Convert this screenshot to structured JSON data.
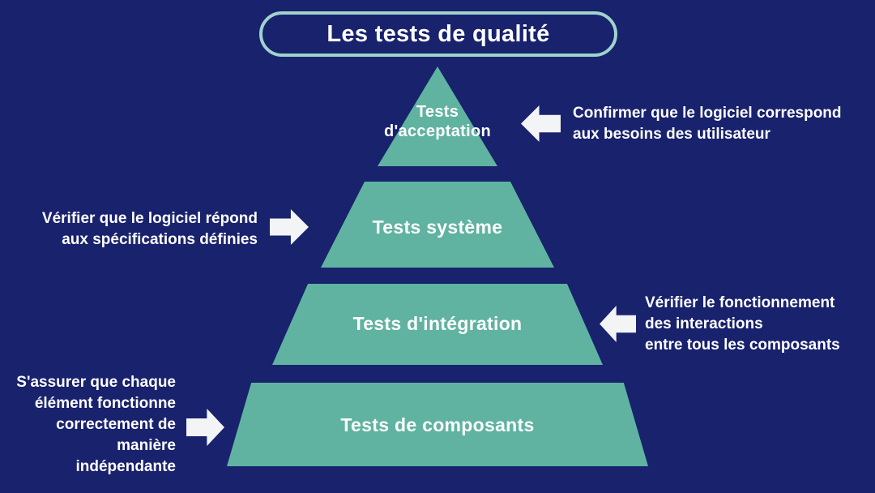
{
  "title": "Les tests de qualité",
  "colors": {
    "background": "#18226d",
    "pyramid": "#60b3a0",
    "title_border": "#9fd3cc",
    "arrow": "#f2f4f5",
    "text": "#ffffff"
  },
  "pyramid": {
    "layers": [
      {
        "label": "Tests\nd'acceptation"
      },
      {
        "label": "Tests système"
      },
      {
        "label": "Tests d'intégration"
      },
      {
        "label": "Tests de composants"
      }
    ]
  },
  "annotations": [
    {
      "text": "Confirmer que le logiciel correspond\naux besoins des utilisateur",
      "side": "right",
      "arrow": "left-arrow",
      "target": "Tests d'acceptation"
    },
    {
      "text": "Vérifier que le logiciel répond\naux spécifications définies",
      "side": "left",
      "arrow": "right-arrow",
      "target": "Tests système"
    },
    {
      "text": "Vérifier le fonctionnement\ndes interactions\nentre tous les composants",
      "side": "right",
      "arrow": "left-arrow",
      "target": "Tests d'intégration"
    },
    {
      "text": "S'assurer que chaque\nélément fonctionne\ncorrectement de\nmanière\nindépendante",
      "side": "left",
      "arrow": "right-arrow",
      "target": "Tests de composants"
    }
  ]
}
